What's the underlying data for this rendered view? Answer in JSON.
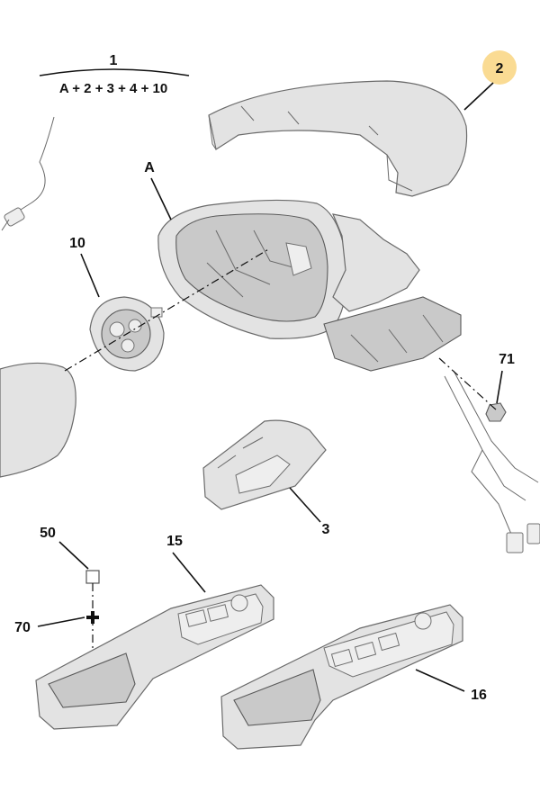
{
  "kit": {
    "number": "1",
    "formula": "A + 2 + 3 + 4 + 10"
  },
  "callouts": {
    "a": "A",
    "p2": "2",
    "p3": "3",
    "p10": "10",
    "p15": "15",
    "p16": "16",
    "p50": "50",
    "p70": "70",
    "p71": "71"
  },
  "colors": {
    "highlight_badge": "#fadb93",
    "part_fill": "#e3e3e3",
    "outline": "#6a6a6a"
  }
}
